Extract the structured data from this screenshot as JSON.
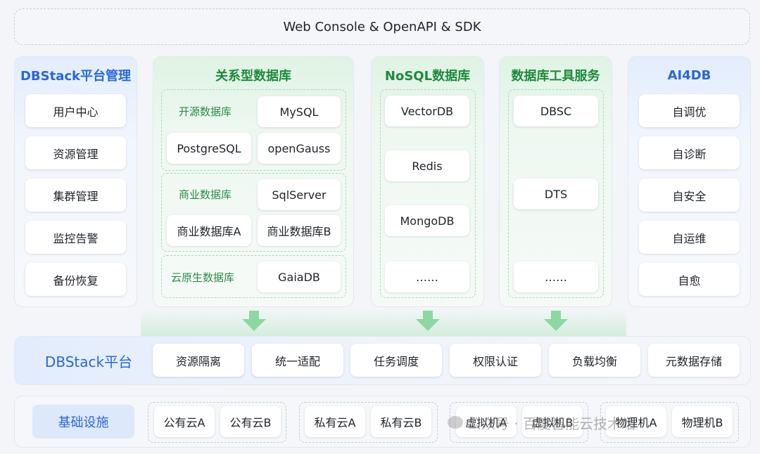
{
  "top_bar": {
    "label": "Web Console & OpenAPI & SDK"
  },
  "platform_mgmt": {
    "title": "DBStack平台管理",
    "items": [
      "用户中心",
      "资源管理",
      "集群管理",
      "监控告警",
      "备份恢复"
    ]
  },
  "relational": {
    "title": "关系型数据库",
    "open_source": {
      "label": "开源数据库",
      "items": [
        "MySQL",
        "PostgreSQL",
        "openGauss"
      ]
    },
    "commercial": {
      "label": "商业数据库",
      "items": [
        "SqlServer",
        "商业数据库A",
        "商业数据库B"
      ]
    },
    "cloud_native": {
      "label": "云原生数据库",
      "items": [
        "GaiaDB"
      ]
    }
  },
  "nosql": {
    "title": "NoSQL数据库",
    "items": [
      "VectorDB",
      "Redis",
      "MongoDB",
      "……"
    ]
  },
  "tools": {
    "title": "数据库工具服务",
    "items": [
      "DBSC",
      "DTS",
      "……"
    ]
  },
  "ai4db": {
    "title": "AI4DB",
    "items": [
      "自调优",
      "自诊断",
      "自安全",
      "自运维",
      "自愈"
    ]
  },
  "platform": {
    "title": "DBStack平台",
    "items": [
      "资源隔离",
      "统一适配",
      "任务调度",
      "权限认证",
      "负载均衡",
      "元数据存储"
    ]
  },
  "infra": {
    "title": "基础设施",
    "groups": [
      [
        "公有云A",
        "公有云B"
      ],
      [
        "私有云A",
        "私有云B"
      ],
      [
        "虚拟机A",
        "虚拟机B"
      ],
      [
        "物理机A",
        "物理机B"
      ]
    ]
  },
  "watermark": {
    "text": "公众号 · 百度智能云技术站"
  },
  "colors": {
    "blue_accent": "#2a67d8",
    "green_accent": "#1e8a3c",
    "arrow_green": "#8fd7a1"
  }
}
